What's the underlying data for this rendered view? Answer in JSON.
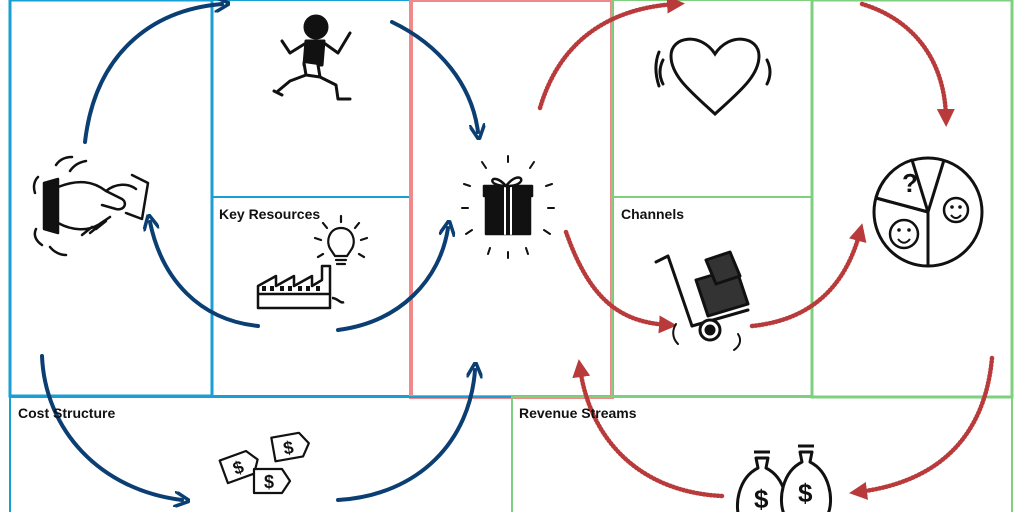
{
  "canvas": {
    "blocks": [
      {
        "id": "key-partners",
        "label": ""
      },
      {
        "id": "key-activities",
        "label": ""
      },
      {
        "id": "key-resources",
        "label": "Key Resources"
      },
      {
        "id": "value-propositions",
        "label": ""
      },
      {
        "id": "customer-relationships",
        "label": ""
      },
      {
        "id": "channels",
        "label": "Channels"
      },
      {
        "id": "customer-segments",
        "label": ""
      },
      {
        "id": "cost-structure",
        "label": "Cost Structure"
      },
      {
        "id": "revenue-streams",
        "label": "Revenue Streams"
      }
    ],
    "sketches": [
      "handshake-icon",
      "running-person-icon",
      "factory-icon",
      "lightbulb-icon",
      "gift-box-icon",
      "heart-icon",
      "hand-truck-icon",
      "customer-pie-icon",
      "price-tags-icon",
      "money-bags-icon"
    ]
  },
  "colors": {
    "left_blue": "#1a9fd4",
    "value_red": "#f08a8a",
    "right_green": "#7ed07e",
    "arrow_blue": "#0b3f73",
    "arrow_red": "#b83a3a"
  }
}
